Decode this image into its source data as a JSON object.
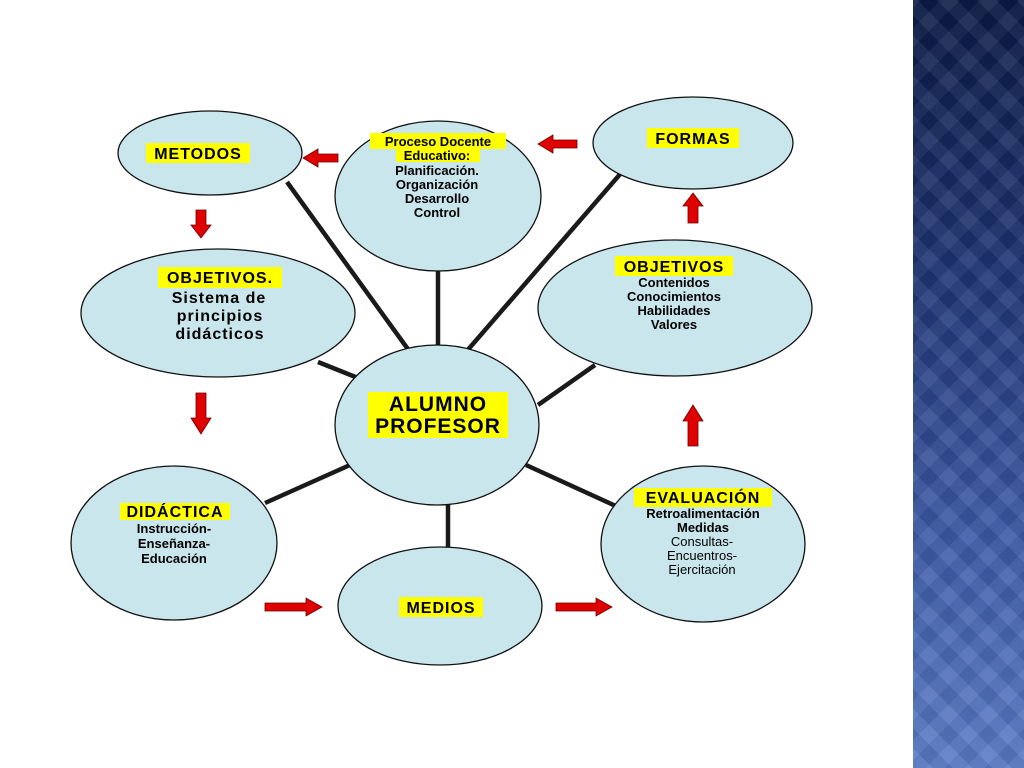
{
  "sidebar": {
    "color_top": "#0b1a45",
    "color_bottom": "#5a7bc6"
  },
  "nodes": {
    "metodos": {
      "title": "METODOS"
    },
    "proceso": {
      "title_line1": "Proceso Docente",
      "title_line2": "Educativo:",
      "lines": [
        "Planificación.",
        "Organización",
        "Desarrollo",
        "Control"
      ]
    },
    "formas": {
      "title": "FORMAS"
    },
    "objetivos_left": {
      "title": "OBJETIVOS.",
      "lines": [
        "Sistema de",
        "principios",
        "didácticos"
      ]
    },
    "objetivos_right": {
      "title": "OBJETIVOS",
      "lines": [
        "Contenidos",
        "Conocimientos",
        "Habilidades",
        "Valores"
      ]
    },
    "center": {
      "lines": [
        "ALUMNO",
        "PROFESOR"
      ]
    },
    "didactica": {
      "title": "DIDÁCTICA",
      "lines": [
        "Instrucción-",
        "Enseñanza-",
        "Educación"
      ]
    },
    "medios": {
      "title": "MEDIOS"
    },
    "evaluacion": {
      "title": "EVALUACIÓN",
      "bold_lines": [
        "Retroalimentación",
        "Medidas"
      ],
      "lines": [
        "Consultas-",
        "Encuentros-",
        "Ejercitación"
      ]
    }
  },
  "colors": {
    "ellipse_fill": "#c9e6ec",
    "highlight": "#ffff00",
    "arrow": "#e00000",
    "connector": "#1a1a1a"
  }
}
